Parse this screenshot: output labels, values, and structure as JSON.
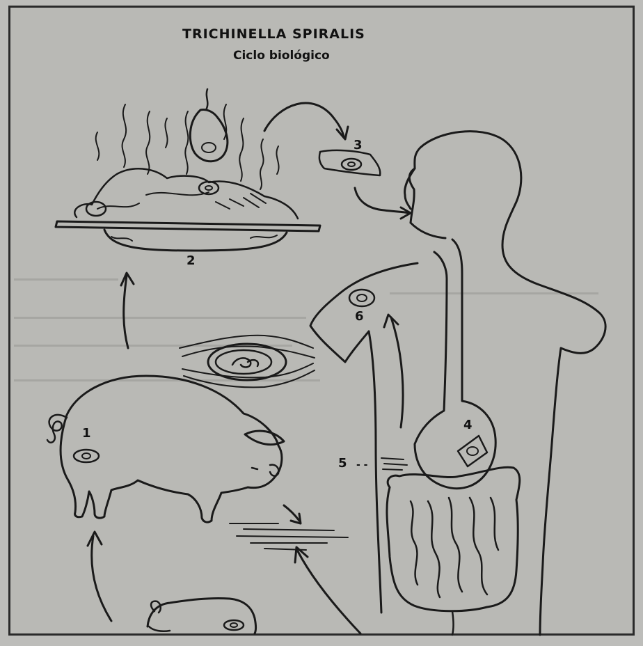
{
  "title": "TRICHINELLA  SPIRALIS",
  "subtitle": "Ciclo biológico",
  "labels": {
    "pig": "1",
    "plate": "2",
    "meat": "3",
    "stomach": "4",
    "intestine": "5",
    "muscle": "6"
  },
  "colors": {
    "ink": "#1a1a1a",
    "paper": "#b9b9b5"
  }
}
